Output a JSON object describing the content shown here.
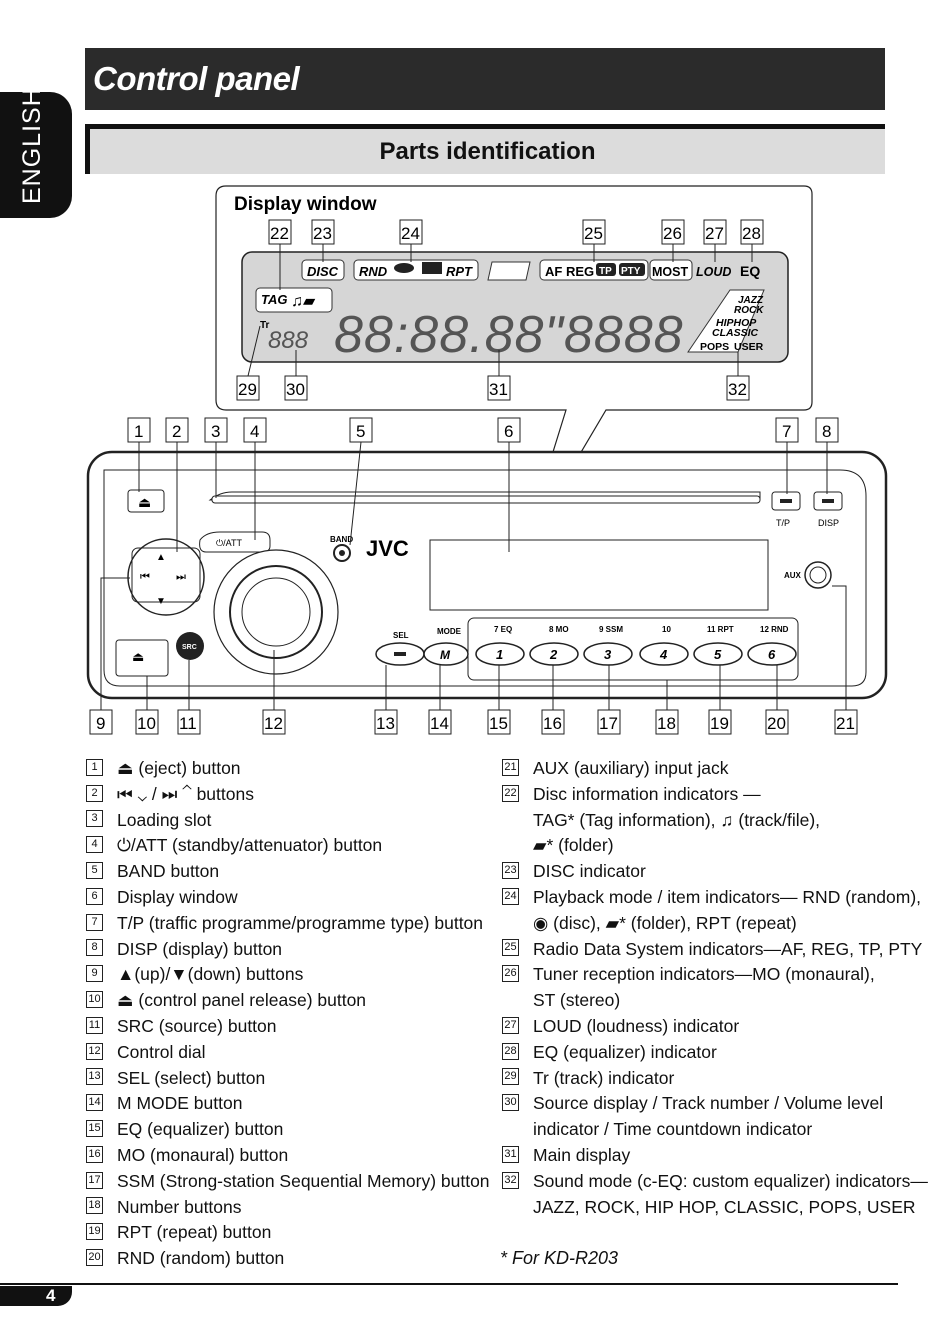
{
  "sidebar": {
    "language": "ENGLISH"
  },
  "header": {
    "title": "Control panel",
    "section": "Parts identification"
  },
  "display_window": {
    "title": "Display window",
    "numbers": [
      "22",
      "23",
      "24",
      "25",
      "26",
      "27",
      "28",
      "29",
      "30",
      "31",
      "32"
    ],
    "indicators": {
      "disc": "DISC",
      "rnd": "RND",
      "rpt": "RPT",
      "af": "AF",
      "reg": "REG",
      "tp": "TP",
      "pty": "PTY",
      "most": "MOST",
      "loud": "LOUD",
      "eq": "EQ",
      "tag": "TAG",
      "tr": "Tr",
      "jazz": "JAZZ",
      "rock": "ROCK",
      "hiphop": "HIPHOP",
      "classic": "CLASSIC",
      "pops": "POPS",
      "user": "USER",
      "source_digits": "888",
      "main_digits": "88:88.88\"8888"
    }
  },
  "unit": {
    "top_numbers": [
      "1",
      "2",
      "3",
      "4",
      "5",
      "6",
      "7",
      "8"
    ],
    "bottom_numbers": [
      "9",
      "10",
      "11",
      "12",
      "13",
      "14",
      "15",
      "16",
      "17",
      "18",
      "19",
      "20",
      "21"
    ],
    "brand": "JVC",
    "band": "BAND",
    "att": "⏻/ATT",
    "src": "SRC",
    "aux": "AUX",
    "tp": "T/P",
    "disp": "DISP",
    "sel": "SEL",
    "mode": "MODE",
    "preset_labels": [
      "7 EQ",
      "8 MO",
      "9 SSM",
      "10",
      "11 RPT",
      "12 RND"
    ],
    "preset_digits": [
      "1",
      "2",
      "3",
      "4",
      "5",
      "6"
    ],
    "m": "M"
  },
  "parts_left": [
    {
      "n": "1",
      "text": "⏏ (eject) button"
    },
    {
      "n": "2",
      "text": "⏮ ⌄ / ⏭ ⌃ buttons"
    },
    {
      "n": "3",
      "text": "Loading slot"
    },
    {
      "n": "4",
      "text": "⏻/ATT (standby/attenuator) button"
    },
    {
      "n": "5",
      "text": "BAND button"
    },
    {
      "n": "6",
      "text": "Display window"
    },
    {
      "n": "7",
      "text": "T/P (traffic programme/programme type) button"
    },
    {
      "n": "8",
      "text": "DISP (display) button"
    },
    {
      "n": "9",
      "text": "▲(up)/▼(down) buttons"
    },
    {
      "n": "10",
      "text": "⏏ (control panel release) button"
    },
    {
      "n": "11",
      "text": "SRC (source) button"
    },
    {
      "n": "12",
      "text": "Control dial"
    },
    {
      "n": "13",
      "text": "SEL (select) button"
    },
    {
      "n": "14",
      "text": "M MODE button"
    },
    {
      "n": "15",
      "text": "EQ (equalizer) button"
    },
    {
      "n": "16",
      "text": "MO (monaural) button"
    },
    {
      "n": "17",
      "text": "SSM (Strong-station Sequential Memory) button"
    },
    {
      "n": "18",
      "text": "Number buttons"
    },
    {
      "n": "19",
      "text": "RPT (repeat) button"
    },
    {
      "n": "20",
      "text": "RND (random) button"
    }
  ],
  "parts_right": [
    {
      "n": "21",
      "lines": [
        "AUX (auxiliary) input jack"
      ]
    },
    {
      "n": "22",
      "lines": [
        "Disc information indicators —",
        "TAG* (Tag information), ♫ (track/file),",
        "▰* (folder)"
      ]
    },
    {
      "n": "23",
      "lines": [
        "DISC indicator"
      ]
    },
    {
      "n": "24",
      "lines": [
        "Playback mode / item indicators— RND (random),",
        "◉ (disc), ▰* (folder), RPT (repeat)"
      ]
    },
    {
      "n": "25",
      "lines": [
        "Radio Data System indicators—AF, REG, TP, PTY"
      ]
    },
    {
      "n": "26",
      "lines": [
        "Tuner reception indicators—MO (monaural),",
        "ST (stereo)"
      ]
    },
    {
      "n": "27",
      "lines": [
        "LOUD (loudness) indicator"
      ]
    },
    {
      "n": "28",
      "lines": [
        "EQ (equalizer) indicator"
      ]
    },
    {
      "n": "29",
      "lines": [
        "Tr (track) indicator"
      ]
    },
    {
      "n": "30",
      "lines": [
        "Source display / Track number / Volume level",
        "indicator / Time countdown indicator"
      ]
    },
    {
      "n": "31",
      "lines": [
        "Main display"
      ]
    },
    {
      "n": "32",
      "lines": [
        "Sound mode (c-EQ: custom equalizer) indicators—",
        "JAZZ, ROCK, HIP HOP, CLASSIC, POPS, USER"
      ]
    }
  ],
  "footnote": "* For KD-R203",
  "page_number": "4"
}
